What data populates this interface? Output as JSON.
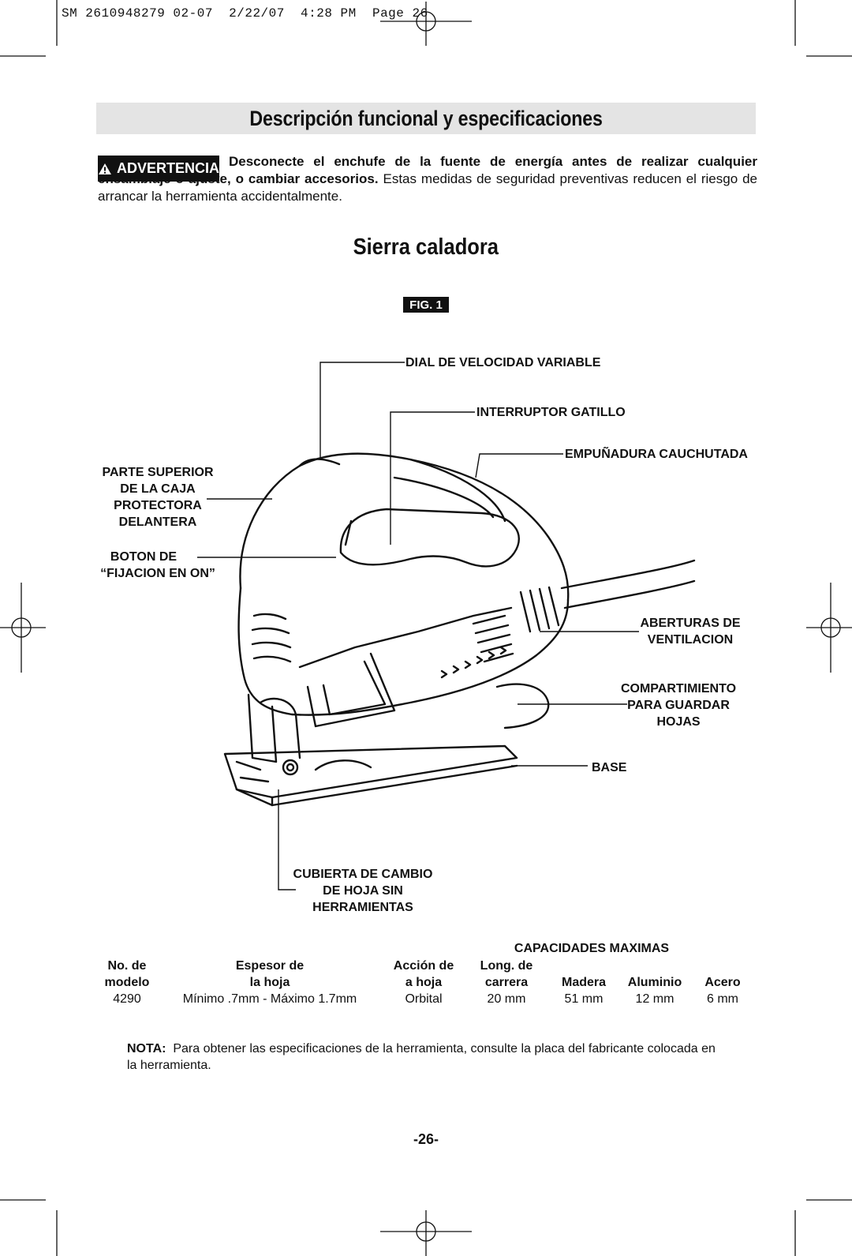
{
  "print_header": "SM 2610948279 02-07  2/22/07  4:28 PM  Page 26",
  "section_title": "Descripción funcional y especificaciones",
  "warning": {
    "badge_label": "ADVERTENCIA",
    "bold_text": "Desconecte el enchufe de la fuente de energía antes de realizar cualquier ensamblaje o ajuste, o cambiar accesorios.",
    "normal_text": "Estas medidas de seguridad preventivas reducen el riesgo de arrancar la herramienta accidentalmente."
  },
  "tool_title": "Sierra caladora",
  "figure": {
    "label": "FIG. 1",
    "callouts": {
      "dial": "DIAL DE VELOCIDAD VARIABLE",
      "trigger": "INTERRUPTOR GATILLO",
      "grip": "EMPUÑADURA CAUCHUTADA",
      "housing_top": [
        "PARTE SUPERIOR",
        "DE LA CAJA",
        "PROTECTORA",
        "DELANTERA"
      ],
      "lock_button": [
        "BOTON DE",
        "“FIJACION EN ON”"
      ],
      "vents": [
        "ABERTURAS DE",
        "VENTILACION"
      ],
      "blade_storage": [
        "COMPARTIMIENTO",
        "PARA GUARDAR",
        "HOJAS"
      ],
      "base": "BASE",
      "blade_cover": [
        "CUBIERTA DE CAMBIO",
        "DE HOJA SIN",
        "HERRAMIENTAS"
      ]
    }
  },
  "specs": {
    "capacities_header": "CAPACIDADES MAXIMAS",
    "headers_row1": [
      "No. de",
      "Espesor de",
      "Acción de",
      "Long. de",
      "",
      "",
      ""
    ],
    "headers_row2": [
      "modelo",
      "la hoja",
      "a hoja",
      "carrera",
      "Madera",
      "Aluminio",
      "Acero"
    ],
    "values": [
      "4290",
      "Mínimo .7mm - Máximo 1.7mm",
      "Orbital",
      "20 mm",
      "51 mm",
      "12 mm",
      "6 mm"
    ]
  },
  "note": {
    "label": "NOTA:",
    "text": "Para obtener las especificaciones de la herramienta, consulte la placa del fabricante colocada en la herramienta."
  },
  "page_number": "-26-"
}
